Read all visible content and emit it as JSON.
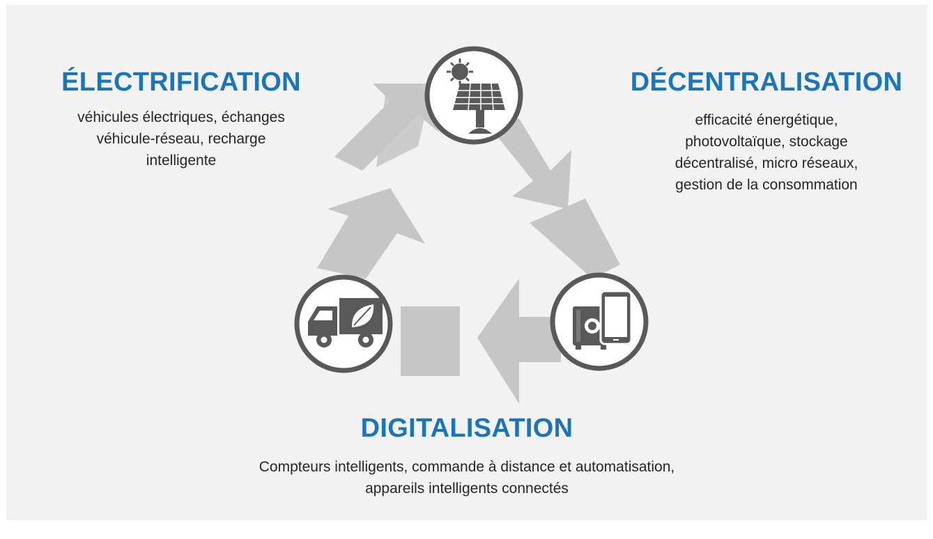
{
  "colors": {
    "background": "#f2f2f2",
    "title_blue": "#1b75bb",
    "arrow_gray": "#c6c6c6",
    "icon_dark": "#595959",
    "text": "#262626"
  },
  "sections": {
    "electrification": {
      "title": "ÉLECTRIFICATION",
      "lines": [
        "véhicules électriques, échanges",
        "véhicule-réseau, recharge",
        "intelligente"
      ],
      "icon": "electric-truck-leaf-icon"
    },
    "decentralisation": {
      "title": "DÉCENTRALISATION",
      "lines": [
        "efficacité énergétique,",
        "photovoltaïque, stockage",
        "décentralisé, micro réseaux,",
        "gestion de la consommation"
      ],
      "icon": "solar-panel-icon"
    },
    "digitalisation": {
      "title": "DIGITALISATION",
      "lines": [
        "Compteurs intelligents, commande à distance et automatisation,",
        "appareils intelligents connectés"
      ],
      "icon": "smart-devices-icon"
    }
  }
}
